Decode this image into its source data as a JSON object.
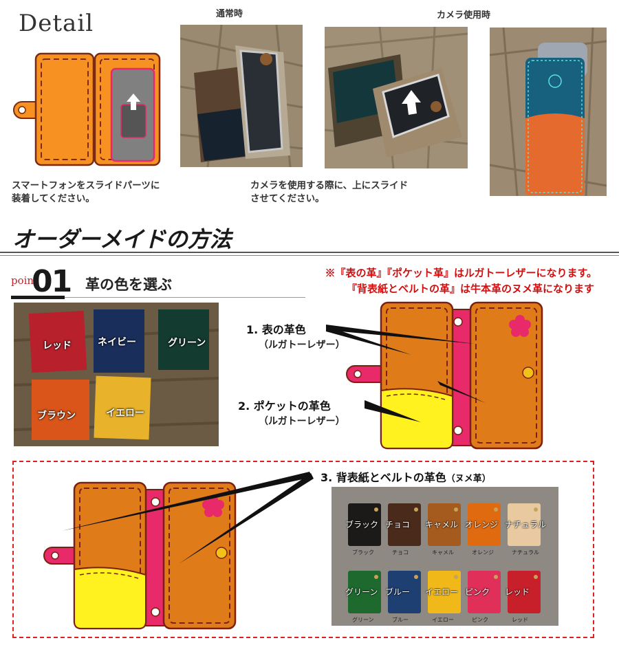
{
  "detail": {
    "title": "Detail",
    "label_normal": "通常時",
    "label_camera": "カメラ使用時",
    "caption_left": [
      "スマートフォンをスライドパーツに",
      "装着してください。"
    ],
    "caption_right": [
      "カメラを使用する際に、上にスライド",
      "させてください。"
    ]
  },
  "section": {
    "title": "オーダーメイドの方法"
  },
  "step1": {
    "point_word": "point",
    "point_number": "01",
    "title": "革の色を選ぶ",
    "notice_lines": [
      "※『表の革』『ポケット革』はルガトーレザーになります。",
      "『背表紙とベルトの革』は牛本革のヌメ革になります"
    ],
    "leather_swatches": [
      "レッド",
      "ネイビー",
      "グリーン",
      "ブラウン",
      "イエロー"
    ],
    "annotations": {
      "a1_title": "1. 表の革色",
      "a1_sub": "（ルガトーレザー）",
      "a2_title": "2. ポケットの革色",
      "a2_sub": "（ルガトーレザー）",
      "a3_title": "3. 背表紙とベルトの革色",
      "a3_suffix": "（ヌメ革）"
    },
    "nume_colors": [
      {
        "label": "ブラック",
        "sub": "ブラック",
        "color": "#1c1a18"
      },
      {
        "label": "チョコ",
        "sub": "チョコ",
        "color": "#4a2a1a"
      },
      {
        "label": "キャメル",
        "sub": "キャメル",
        "color": "#a55a1e"
      },
      {
        "label": "オレンジ",
        "sub": "オレンジ",
        "color": "#e06a10"
      },
      {
        "label": "ナチュラル",
        "sub": "ナチュラル",
        "color": "#e8c9a0"
      },
      {
        "label": "グリーン",
        "sub": "グリーン",
        "color": "#1e6a2e"
      },
      {
        "label": "ブルー",
        "sub": "ブルー",
        "color": "#1d3f72"
      },
      {
        "label": "イエロー",
        "sub": "イエロー",
        "color": "#f0b818"
      },
      {
        "label": "ピンク",
        "sub": "ピンク",
        "color": "#e0305a"
      },
      {
        "label": "レッド",
        "sub": "レッド",
        "color": "#c8202a"
      }
    ]
  },
  "colors": {
    "orange": "#f79222",
    "dark_orange": "#e07b1a",
    "pink": "#e82a6a",
    "yellow": "#fff21e",
    "red_text": "#d10f0f"
  }
}
